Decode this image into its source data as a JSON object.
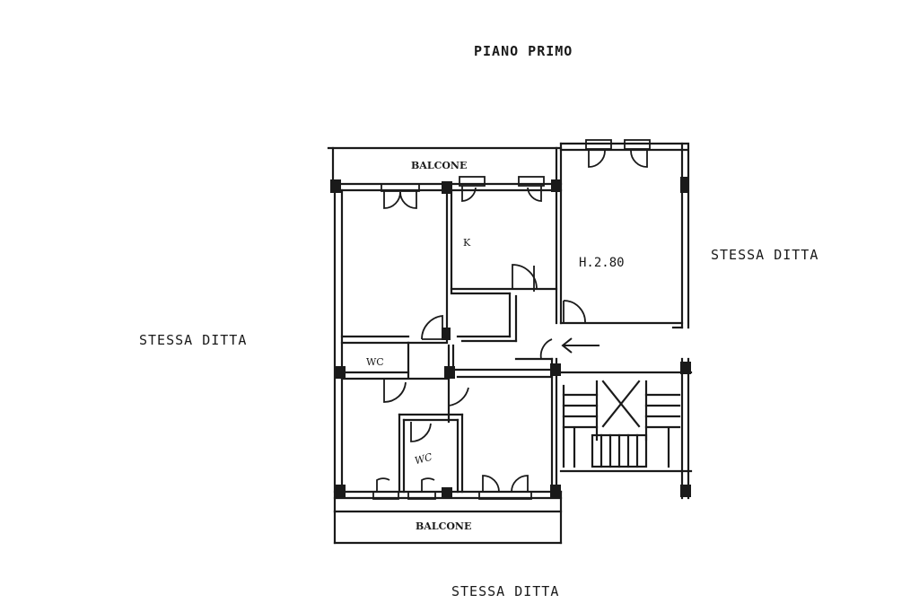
{
  "plan": {
    "title": "PIANO PRIMO",
    "neighbors": {
      "right": "STESSA DITTA",
      "left": "STESSA DITTA",
      "bottom": "STESSA DITTA"
    },
    "rooms": {
      "balcony_top": "BALCONE",
      "balcony_bottom": "BALCONE",
      "kitchen": "K",
      "wc_upper": "WC",
      "wc_lower": "WC",
      "ceiling_height": "H.2.80"
    }
  },
  "colors": {
    "line": "#1a1a1a",
    "paper": "#ffffff"
  },
  "icons": [
    "entrance-arrow-icon",
    "staircase-icon"
  ]
}
